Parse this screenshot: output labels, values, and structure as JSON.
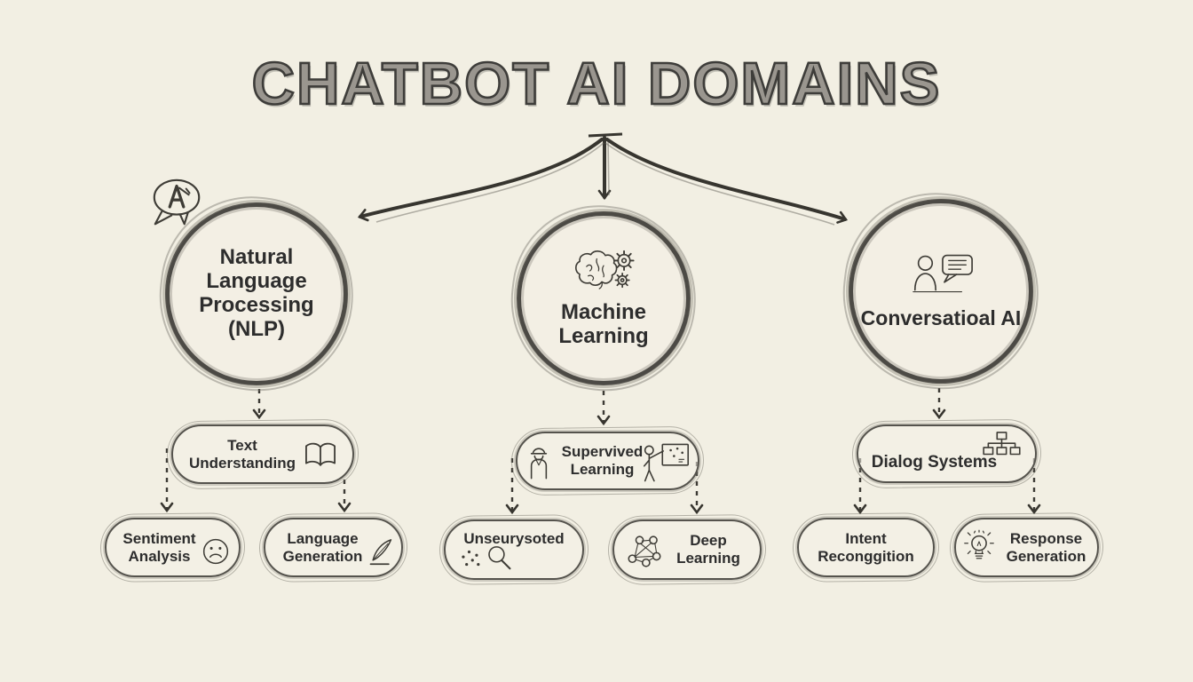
{
  "title": "CHATBOT AI DOMAINS",
  "colors": {
    "background": "#f2efe3",
    "ink": "#3c3a34",
    "text": "#2d2d2d",
    "pencil_fill": "#9a968f"
  },
  "icons": {
    "nlp_badge": "speech-bubble-pencil",
    "machine_learning": "brain-gears",
    "conversational_ai": "person-speech-bubble",
    "text_understanding": "open-book",
    "sentiment_analysis": "sad-face",
    "language_generation": "quill-pen",
    "supervised_left": "worker",
    "supervised_right": "teacher-whiteboard",
    "unsupervised": "scatter-dots-magnifier",
    "deep_learning": "network-graph",
    "dialog_systems": "org-chart",
    "response_generation": "lightbulb"
  },
  "tree": {
    "branches": [
      {
        "name": "nlp",
        "label": "Natural Language Processing (NLP)",
        "child": {
          "label": "Text Understanding"
        },
        "leaves": [
          {
            "label": "Sentiment Analysis"
          },
          {
            "label": "Language Generation"
          }
        ]
      },
      {
        "name": "machine-learning",
        "label": "Machine Learning",
        "child": {
          "label": "Supervived Learning"
        },
        "leaves": [
          {
            "label": "Unseurysoted"
          },
          {
            "label": "Deep Learning"
          }
        ]
      },
      {
        "name": "conversational-ai",
        "label": "Conversatioal AI",
        "child": {
          "label": "Dialog Systems"
        },
        "leaves": [
          {
            "label": "Intent Reconggition"
          },
          {
            "label": "Response Generation"
          }
        ]
      }
    ]
  }
}
